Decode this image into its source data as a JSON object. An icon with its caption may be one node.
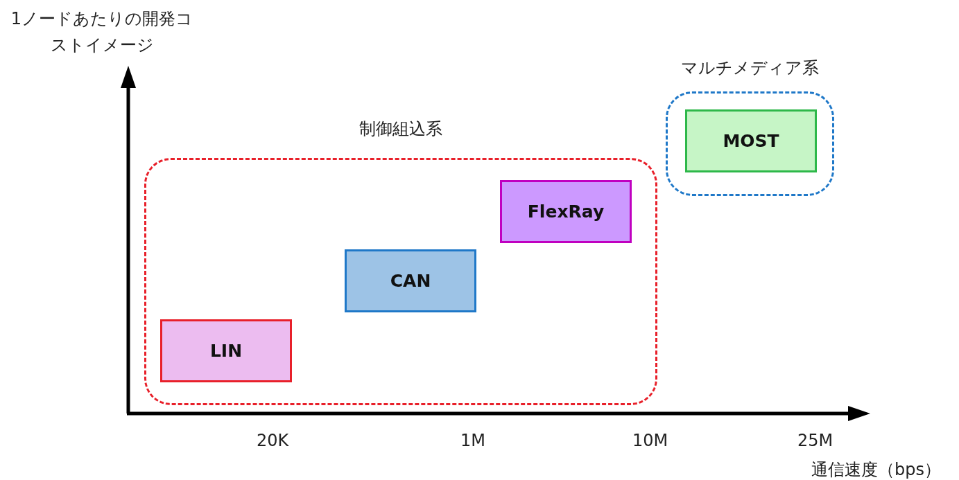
{
  "diagram": {
    "nodes": [
      {
        "text": [
          "制御組込系"
        ]
      },
      {
        "text": [
          "LIN"
        ],
        "in": 0
      },
      {
        "text": [
          "CAN"
        ],
        "in": 0
      },
      {
        "text": [
          "FlexRay"
        ],
        "in": 0
      },
      {
        "text": [
          "マルチメディア系"
        ]
      },
      {
        "text": [
          "MOST"
        ],
        "in": 4
      }
    ],
    "labels": [
      "1ノードあたりの開発コストイメージ",
      "20K",
      "1M",
      "10M",
      "25M",
      "通信速度（bps）"
    ]
  }
}
